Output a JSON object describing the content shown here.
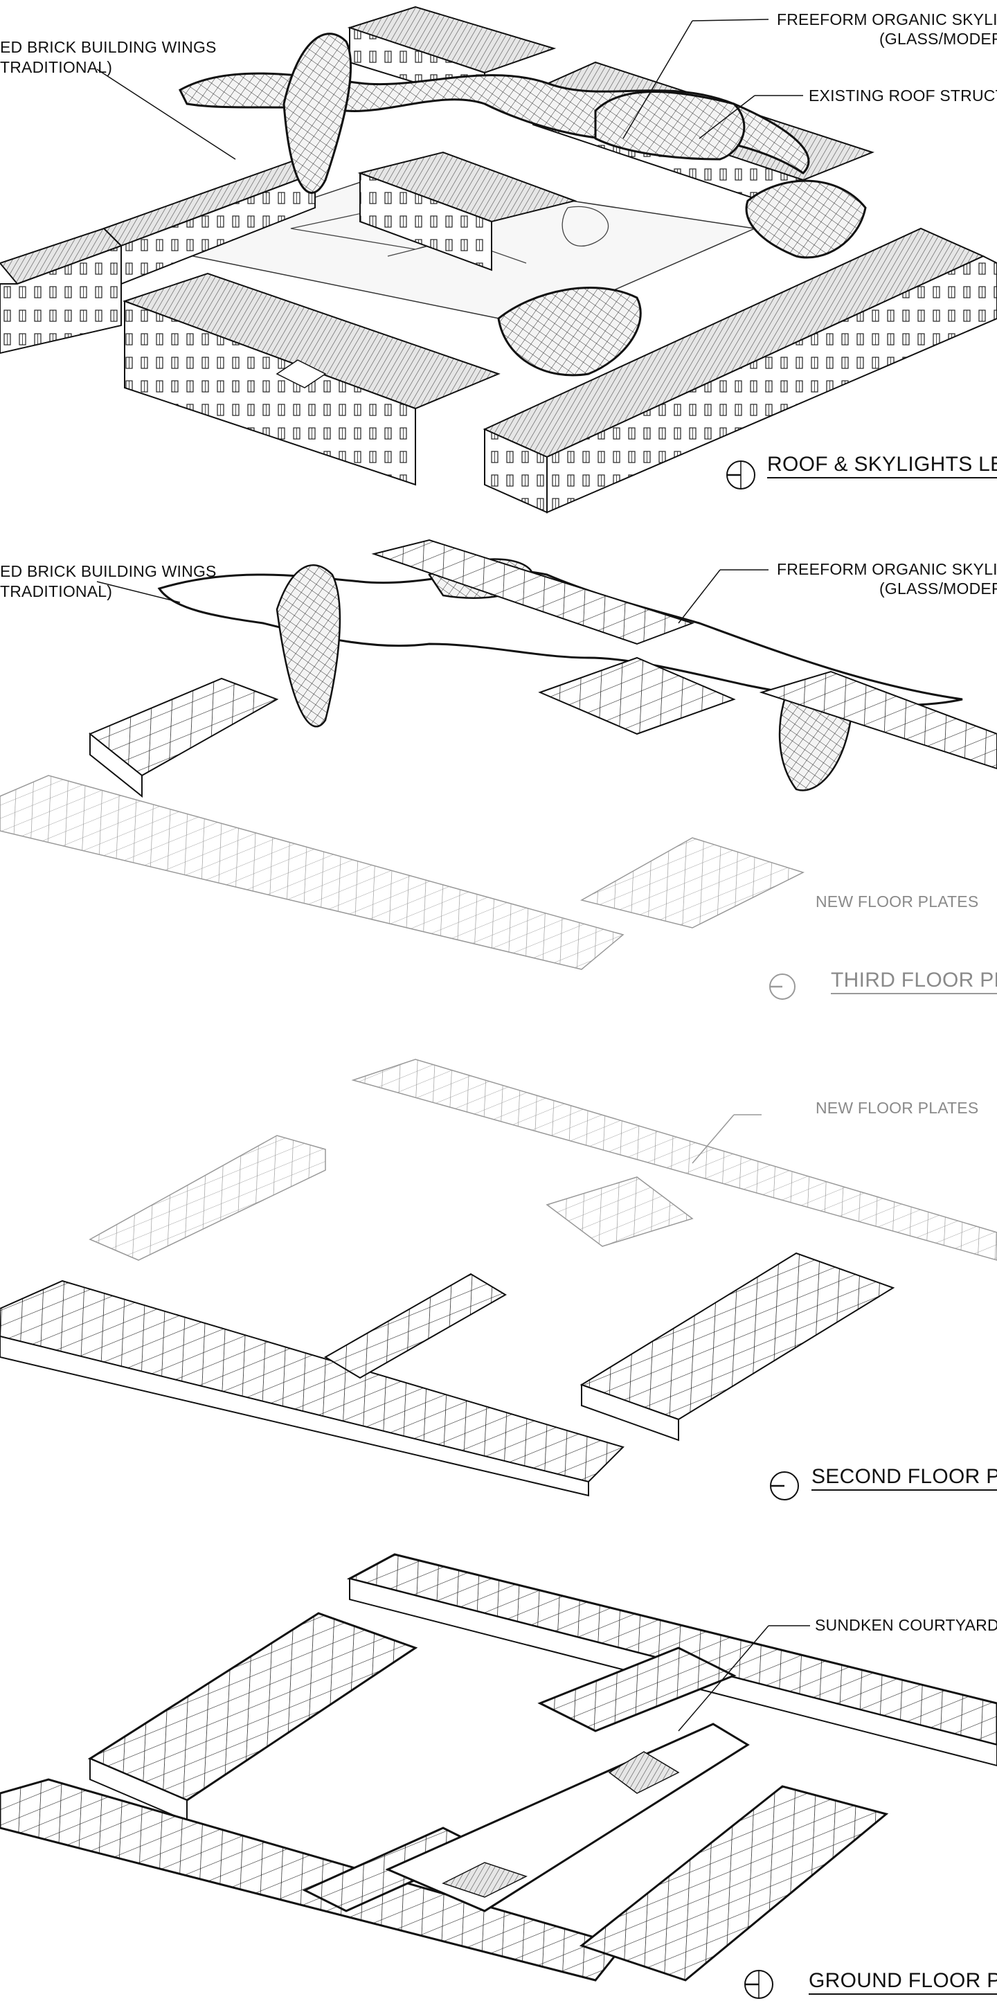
{
  "panels": {
    "roof": {
      "title": "ROOF & SKYLIGHTS LEVE",
      "callout_left_1": "ED BRICK BUILDING WINGS",
      "callout_left_2": "TRADITIONAL)",
      "callout_right_1": "FREEFORM ORGANIC SKYLIGHT",
      "callout_right_2": "(GLASS/MODERN",
      "callout_right_3": "EXISTING ROOF STRUCTUR"
    },
    "third": {
      "title": "THIRD FLOOR PLA",
      "callout_left_1": "ED BRICK BUILDING WINGS",
      "callout_left_2": "TRADITIONAL)",
      "callout_right_1": "FREEFORM ORGANIC SKYLIGHT",
      "callout_right_2": "(GLASS/MODERN",
      "callout_plates": "NEW FLOOR PLATES"
    },
    "second": {
      "title": "SECOND FLOOR PLA",
      "callout_plates": "NEW FLOOR PLATES"
    },
    "ground": {
      "title": "GROUND FLOOR PLA",
      "callout_courtyard": "SUNDKEN COURTYARD"
    }
  },
  "colors": {
    "ink": "#1a1a1a",
    "faded": "#8a8a8a",
    "paper": "#ffffff"
  },
  "icons": [
    "north-arrow-icon"
  ]
}
